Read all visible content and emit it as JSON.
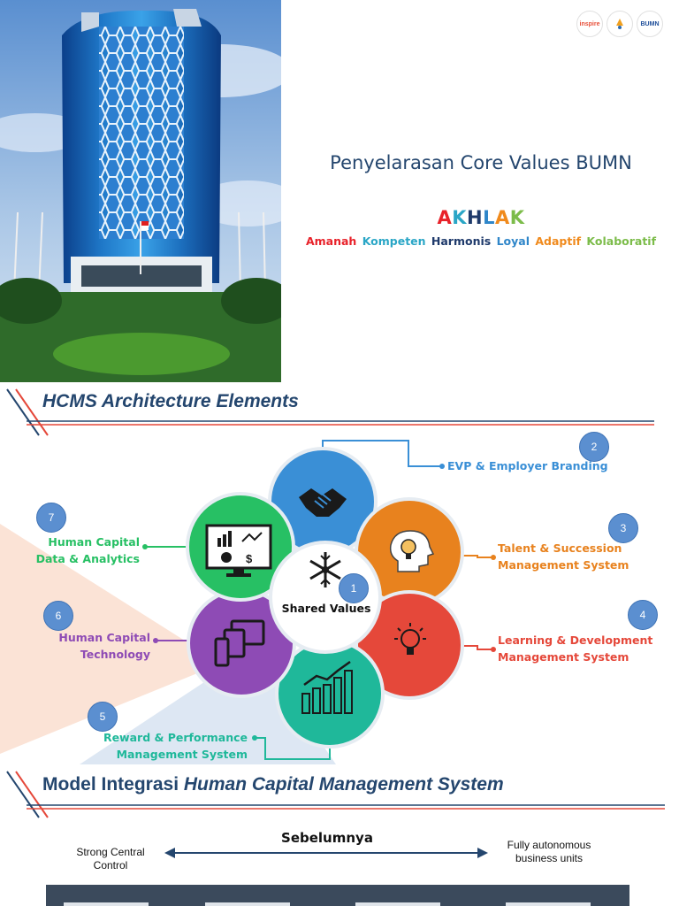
{
  "slide1": {
    "title": "Penyelarasan Core Values BUMN",
    "logos": [
      "inspire",
      "",
      "BUMN"
    ],
    "akhlak_letters": [
      {
        "char": "A",
        "color": "#e8222a"
      },
      {
        "char": "K",
        "color": "#2aa6c6"
      },
      {
        "char": "H",
        "color": "#1f3a6b"
      },
      {
        "char": "L",
        "color": "#2f86c9"
      },
      {
        "char": "A",
        "color": "#f08a1c"
      },
      {
        "char": "K",
        "color": "#7cbc4a"
      }
    ],
    "akhlak_words": [
      {
        "text": "Amanah",
        "color": "#e8222a"
      },
      {
        "text": "Kompeten",
        "color": "#2aa6c6"
      },
      {
        "text": "Harmonis",
        "color": "#1f3a6b"
      },
      {
        "text": "Loyal",
        "color": "#2f86c9"
      },
      {
        "text": "Adaptif",
        "color": "#f08a1c"
      },
      {
        "text": "Kolaboratif",
        "color": "#7cbc4a"
      }
    ]
  },
  "slide2": {
    "title": "HCMS Architecture Elements",
    "center_label": "Shared Values",
    "elements": [
      {
        "number": "1",
        "label": "Shared Values",
        "color": "#ffffff"
      },
      {
        "number": "2",
        "label": "EVP & Employer Branding",
        "color": "#3a8fd6",
        "icon": "handshake-icon"
      },
      {
        "number": "3",
        "label_lines": [
          "Talent & Succession",
          "Management System"
        ],
        "color": "#e8821e",
        "icon": "head-bulb-icon"
      },
      {
        "number": "4",
        "label_lines": [
          "Learning & Development",
          "Management System"
        ],
        "color": "#e5483a",
        "icon": "lightbulb-icon"
      },
      {
        "number": "5",
        "label_lines": [
          "Reward & Performance",
          "Management System"
        ],
        "color": "#1fb89a",
        "icon": "growth-chart-icon"
      },
      {
        "number": "6",
        "label_lines": [
          "Human Capital",
          "Technology"
        ],
        "color": "#8e4bb5",
        "icon": "devices-icon"
      },
      {
        "number": "7",
        "label_lines": [
          "Human Capital",
          "Data & Analytics"
        ],
        "color": "#27c064",
        "icon": "analytics-monitor-icon"
      }
    ]
  },
  "slide3": {
    "title_plain": "Model Integrasi ",
    "title_italic": "Human Capital Management System",
    "axis_center": "Sebelumnya",
    "left_lines": [
      "Strong Central",
      "Control"
    ],
    "right_lines": [
      "Fully autonomous",
      "business units"
    ]
  }
}
